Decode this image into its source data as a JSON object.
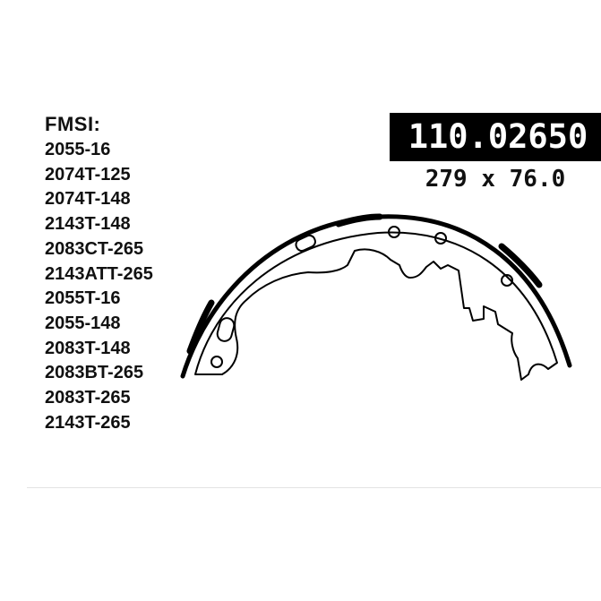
{
  "fmsi": {
    "title": "FMSI:",
    "codes": [
      "2055-16",
      "2074T-125",
      "2074T-148",
      "2143T-148",
      "2083CT-265",
      "2143ATT-265",
      "2055T-16",
      "2055-148",
      "2083T-148",
      "2083BT-265",
      "2083T-265",
      "2143T-265"
    ]
  },
  "part_number": "110.02650",
  "dimensions": "279 x 76.0"
}
